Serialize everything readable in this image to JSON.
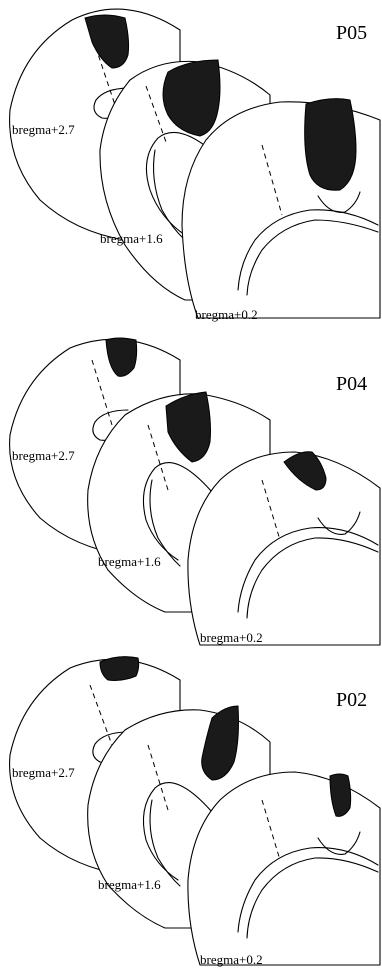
{
  "panels": [
    {
      "subject": "P05",
      "sections": [
        {
          "label": "bregma+2.7"
        },
        {
          "label": "bregma+1.6"
        },
        {
          "label": "bregma+0.2"
        }
      ]
    },
    {
      "subject": "P04",
      "sections": [
        {
          "label": "bregma+2.7"
        },
        {
          "label": "bregma+1.6"
        },
        {
          "label": "bregma+0.2"
        }
      ]
    },
    {
      "subject": "P02",
      "sections": [
        {
          "label": "bregma+2.7"
        },
        {
          "label": "bregma+1.6"
        },
        {
          "label": "bregma+0.2"
        }
      ]
    }
  ],
  "colors": {
    "outline": "#000000",
    "lesion": "#1a1a1a",
    "background": "#ffffff"
  }
}
